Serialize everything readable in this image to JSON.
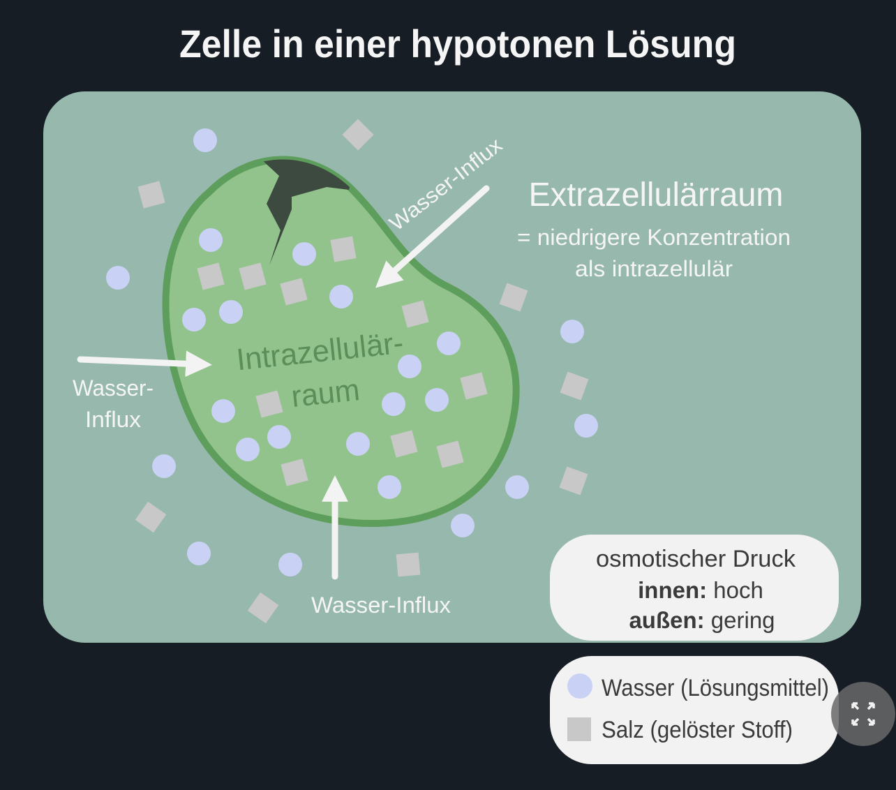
{
  "title": "Zelle in einer hypotonen Lösung",
  "extracellular": {
    "label": "Extrazellulärraum",
    "line1": "= niedrigere Konzentration",
    "line2": "als intrazellulär"
  },
  "intracellular": {
    "line1": "Intrazellulär-",
    "line2": "raum"
  },
  "arrows": {
    "diagonal": "Wasser-Influx",
    "left_line1": "Wasser-",
    "left_line2": "Influx",
    "bottom": "Wasser-Influx"
  },
  "pressure_box": {
    "heading": "osmotischer Druck",
    "inside_label": "innen:",
    "inside_value": "hoch",
    "outside_label": "außen:",
    "outside_value": "gering"
  },
  "legend": {
    "items": [
      {
        "label": "Wasser (Lösungsmittel)",
        "shape": "circle"
      },
      {
        "label": "Salz (gelöster Stoff)",
        "shape": "square"
      }
    ]
  },
  "expand_button": {
    "icon": "expand-icon"
  },
  "colors": {
    "background": "#161d25",
    "extracellular": "#97b8ac",
    "cell_fill": "#93c38c",
    "membrane": "#5e9e5c",
    "rupture": "#3d4a3f",
    "water": "#c9d2f5",
    "salt": "#c8c8c8",
    "box": "#f2f2f2"
  }
}
